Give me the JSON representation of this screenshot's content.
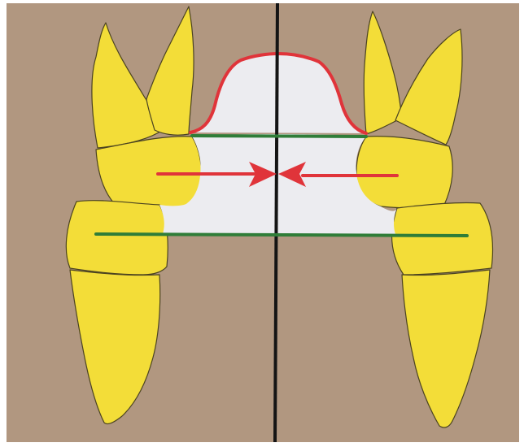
{
  "diagram": {
    "background_color": "#b19780",
    "border_color": "#ffffff",
    "tooth_fill": "#f3dd38",
    "tooth_shadow": "#e6c92a",
    "tooth_outline": "#4b4320",
    "palate_fill": "#ececf0",
    "palate_outline_color": "#e0343a",
    "midline_color": "#141414",
    "green_line_color": "#2f7d38",
    "arrow_color": "#e0343a",
    "elements": [
      "left-molar-upper",
      "left-molar-lower",
      "right-molar-upper",
      "right-molar-lower",
      "palate-shape",
      "palatal-vault-outline",
      "midline",
      "upper-green-line",
      "lower-green-line",
      "left-arrow",
      "right-arrow"
    ]
  }
}
